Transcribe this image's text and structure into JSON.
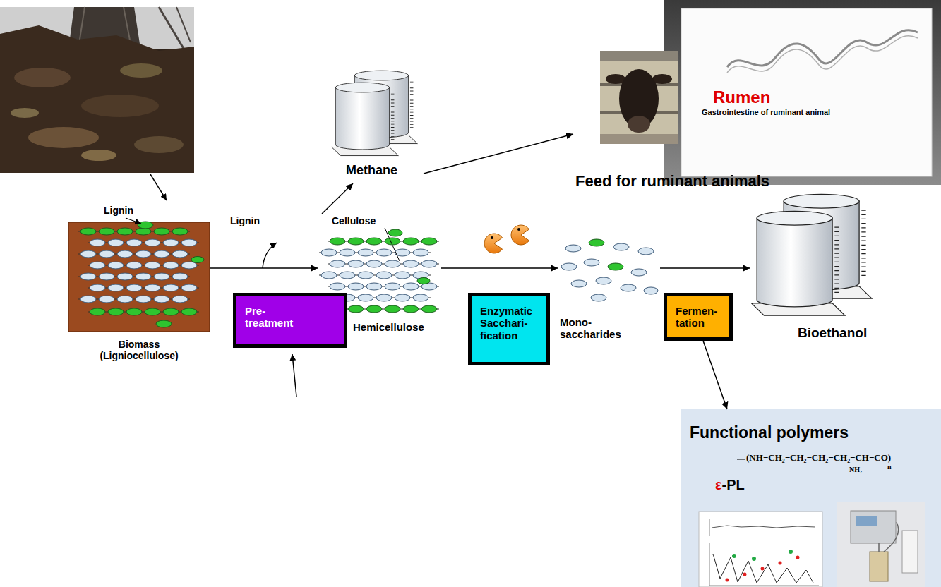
{
  "diagram": {
    "nodes": [
      {
        "text": [
          "Lignin",
          "Biomass (Ligniocellulose)"
        ]
      },
      {
        "text": [
          "Pre- treatment"
        ]
      },
      {
        "text": [
          "Cellulose",
          "Hemicellulose"
        ]
      },
      {
        "text": [
          "Enzymatic Sacchari- fication"
        ]
      },
      {
        "text": [
          "Mono- saccharides"
        ]
      },
      {
        "text": [
          "Fermen- tation"
        ]
      },
      {
        "text": [
          "Bioethanol"
        ]
      },
      {
        "text": [
          "Methane"
        ]
      },
      {
        "text": [
          "Feed for ruminant animals",
          "Rumen",
          "Gastrointestine of ruminant animal"
        ]
      },
      {
        "text": [
          "Functional polymers",
          "(NH−CH₂−CH₂−CH₂−CH₂−CH−CO)",
          "NH₂",
          "n",
          "ε-PL"
        ]
      }
    ],
    "edges": [
      {
        "from": 0,
        "to": 2,
        "arrow": "to"
      },
      {
        "from": 2,
        "to": 7,
        "arrow": "to"
      },
      {
        "from": 2,
        "to": 4,
        "arrow": "to"
      },
      {
        "from": 4,
        "to": 6,
        "arrow": "to"
      },
      {
        "from": 7,
        "to": 8,
        "arrow": "to"
      },
      {
        "from": 5,
        "to": 9,
        "arrow": "to"
      }
    ],
    "labels": [
      "Lignin"
    ]
  }
}
